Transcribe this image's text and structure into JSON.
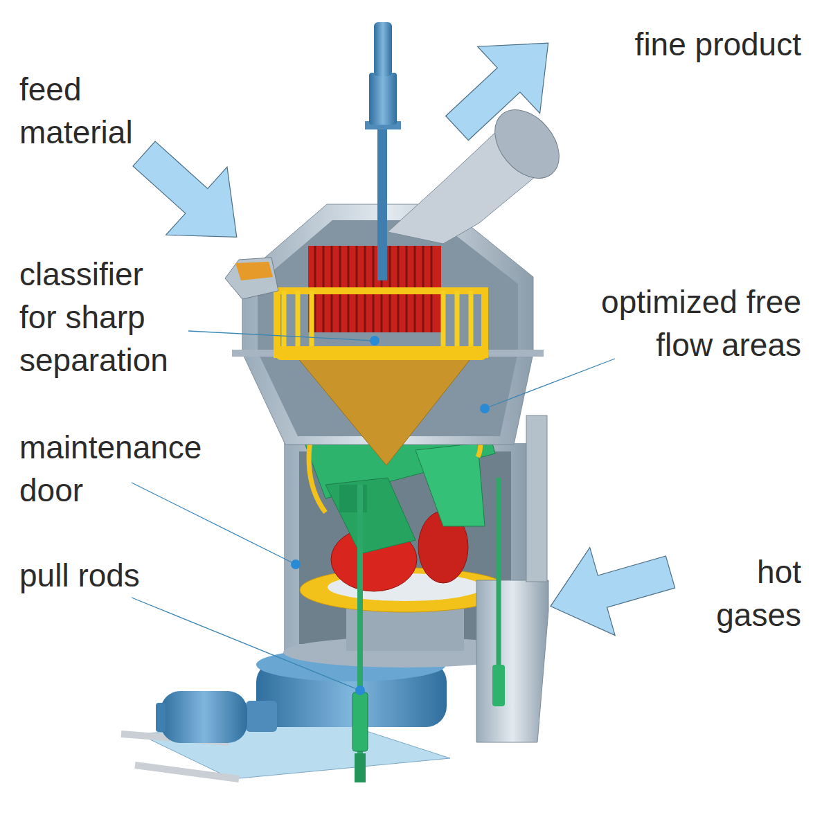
{
  "diagram": {
    "labels": [
      "fine product",
      "feed material",
      "classifier for sharp separation",
      "optimized free flow areas",
      "maintenance door",
      "pull rods",
      "hot gases"
    ]
  }
}
